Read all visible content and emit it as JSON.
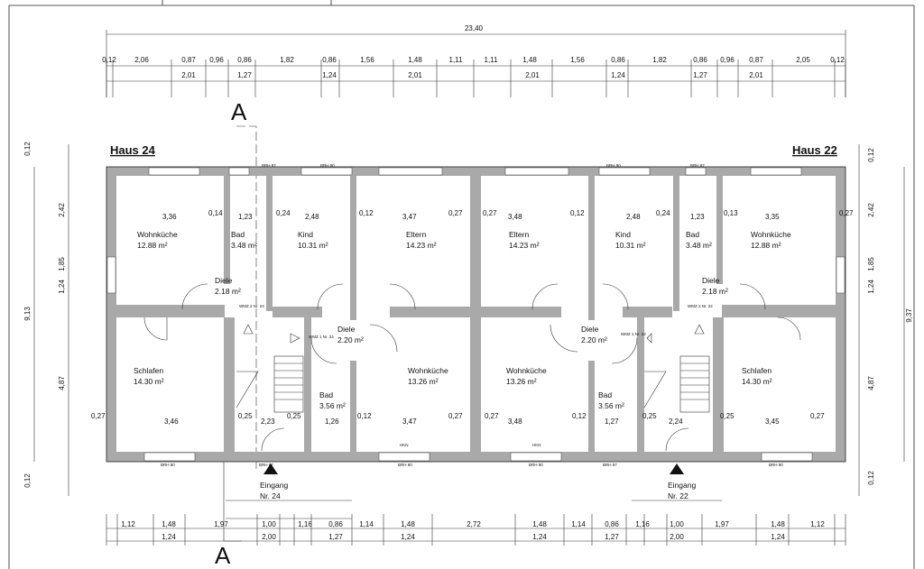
{
  "houses": {
    "left": "Haus 24",
    "right": "Haus 22"
  },
  "section_label": "A",
  "entrance": {
    "left": [
      "Eingang",
      "Nr. 24"
    ],
    "right": [
      "Eingang",
      "Nr. 22"
    ]
  },
  "rooms": [
    {
      "id": "lwk",
      "name": "Wohnküche",
      "area": "12.88 m²"
    },
    {
      "id": "lbad",
      "name": "Bad",
      "area": "3.48 m²"
    },
    {
      "id": "lkind",
      "name": "Kind",
      "area": "10.31 m²"
    },
    {
      "id": "leltern",
      "name": "Eltern",
      "area": "14.23 m²"
    },
    {
      "id": "ldiele1",
      "name": "Diele",
      "area": "2.18 m²"
    },
    {
      "id": "ldiele2",
      "name": "Diele",
      "area": "2.20 m²"
    },
    {
      "id": "lschlafen",
      "name": "Schlafen",
      "area": "14.30 m²"
    },
    {
      "id": "lbad2",
      "name": "Bad",
      "area": "3.56 m²"
    },
    {
      "id": "lwk2",
      "name": "Wohnküche",
      "area": "13.26 m²"
    },
    {
      "id": "reltern",
      "name": "Eltern",
      "area": "14.23 m²"
    },
    {
      "id": "rkind",
      "name": "Kind",
      "area": "10.31 m²"
    },
    {
      "id": "rbad",
      "name": "Bad",
      "area": "3.48 m²"
    },
    {
      "id": "rwk",
      "name": "Wohnküche",
      "area": "12.88 m²"
    },
    {
      "id": "rdiele1",
      "name": "Diele",
      "area": "2.18 m²"
    },
    {
      "id": "rdiele2",
      "name": "Diele",
      "area": "2.20 m²"
    },
    {
      "id": "rwk2",
      "name": "Wohnküche",
      "area": "13.26 m²"
    },
    {
      "id": "rbad2",
      "name": "Bad",
      "area": "3.56 m²"
    },
    {
      "id": "rschlafen",
      "name": "Schlafen",
      "area": "14.30 m²"
    }
  ],
  "dims": {
    "overall_width": "23,40",
    "top_row1": [
      "0,12",
      "2,06",
      "0,87",
      "0,96",
      "0,86",
      "1,82",
      "0,86",
      "1,56",
      "1,48",
      "1,11",
      "1,11",
      "1,48",
      "1,56",
      "0,86",
      "1,82",
      "0,86",
      "0,96",
      "0,87",
      "2,05",
      "0,12"
    ],
    "top_row2": [
      "2,01",
      "1,27",
      "1,24",
      "2,01",
      "2,01",
      "1,24",
      "1,27",
      "2,01"
    ],
    "bottom_row1": [
      "1,12",
      "1,48",
      "1,97",
      "1,00",
      "1,16",
      "0,86",
      "1,14",
      "1,48",
      "2,72",
      "1,48",
      "1,14",
      "0,86",
      "1,16",
      "1,00",
      "1,97",
      "1,48",
      "1,12"
    ],
    "bottom_row2": [
      "1,24",
      "2,00",
      "1,27",
      "1,24",
      "1,24",
      "1,27",
      "2,00",
      "1,24"
    ],
    "left_side": [
      "0,12",
      "2,42",
      "1,85",
      "1,24",
      "9,13",
      "4,87",
      "0,12"
    ],
    "right_side": [
      "0,12",
      "2,42",
      "1,85",
      "1,24",
      "9,37",
      "4,87",
      "0,12"
    ],
    "interior": [
      "3,36",
      "0,14",
      "1,23",
      "0,24",
      "2,48",
      "0,12",
      "3,47",
      "0,27",
      "0,27",
      "3,48",
      "0,12",
      "2,48",
      "0,24",
      "1,23",
      "0,13",
      "3,35",
      "0,27",
      "0,27",
      "3,46",
      "0,25",
      "2,23",
      "0,25",
      "1,26",
      "0,12",
      "3,47",
      "0,27",
      "0,27",
      "3,48",
      "0,12",
      "1,27",
      "0,25",
      "2,24",
      "0,25",
      "3,45",
      "0,27"
    ]
  },
  "tags": {
    "brh87": "BRH 87",
    "brh90": "BRH 90",
    "brh80": "BRH 80",
    "hkn": "HKN",
    "wmz_l": "WMZ 2 Nr. 24",
    "wmz_m": "WMZ 1 Nr. 24",
    "wmz_r": "WMZ 2 Nr. 22",
    "wmz_rm": "WMZ 1 Nr. 22"
  }
}
